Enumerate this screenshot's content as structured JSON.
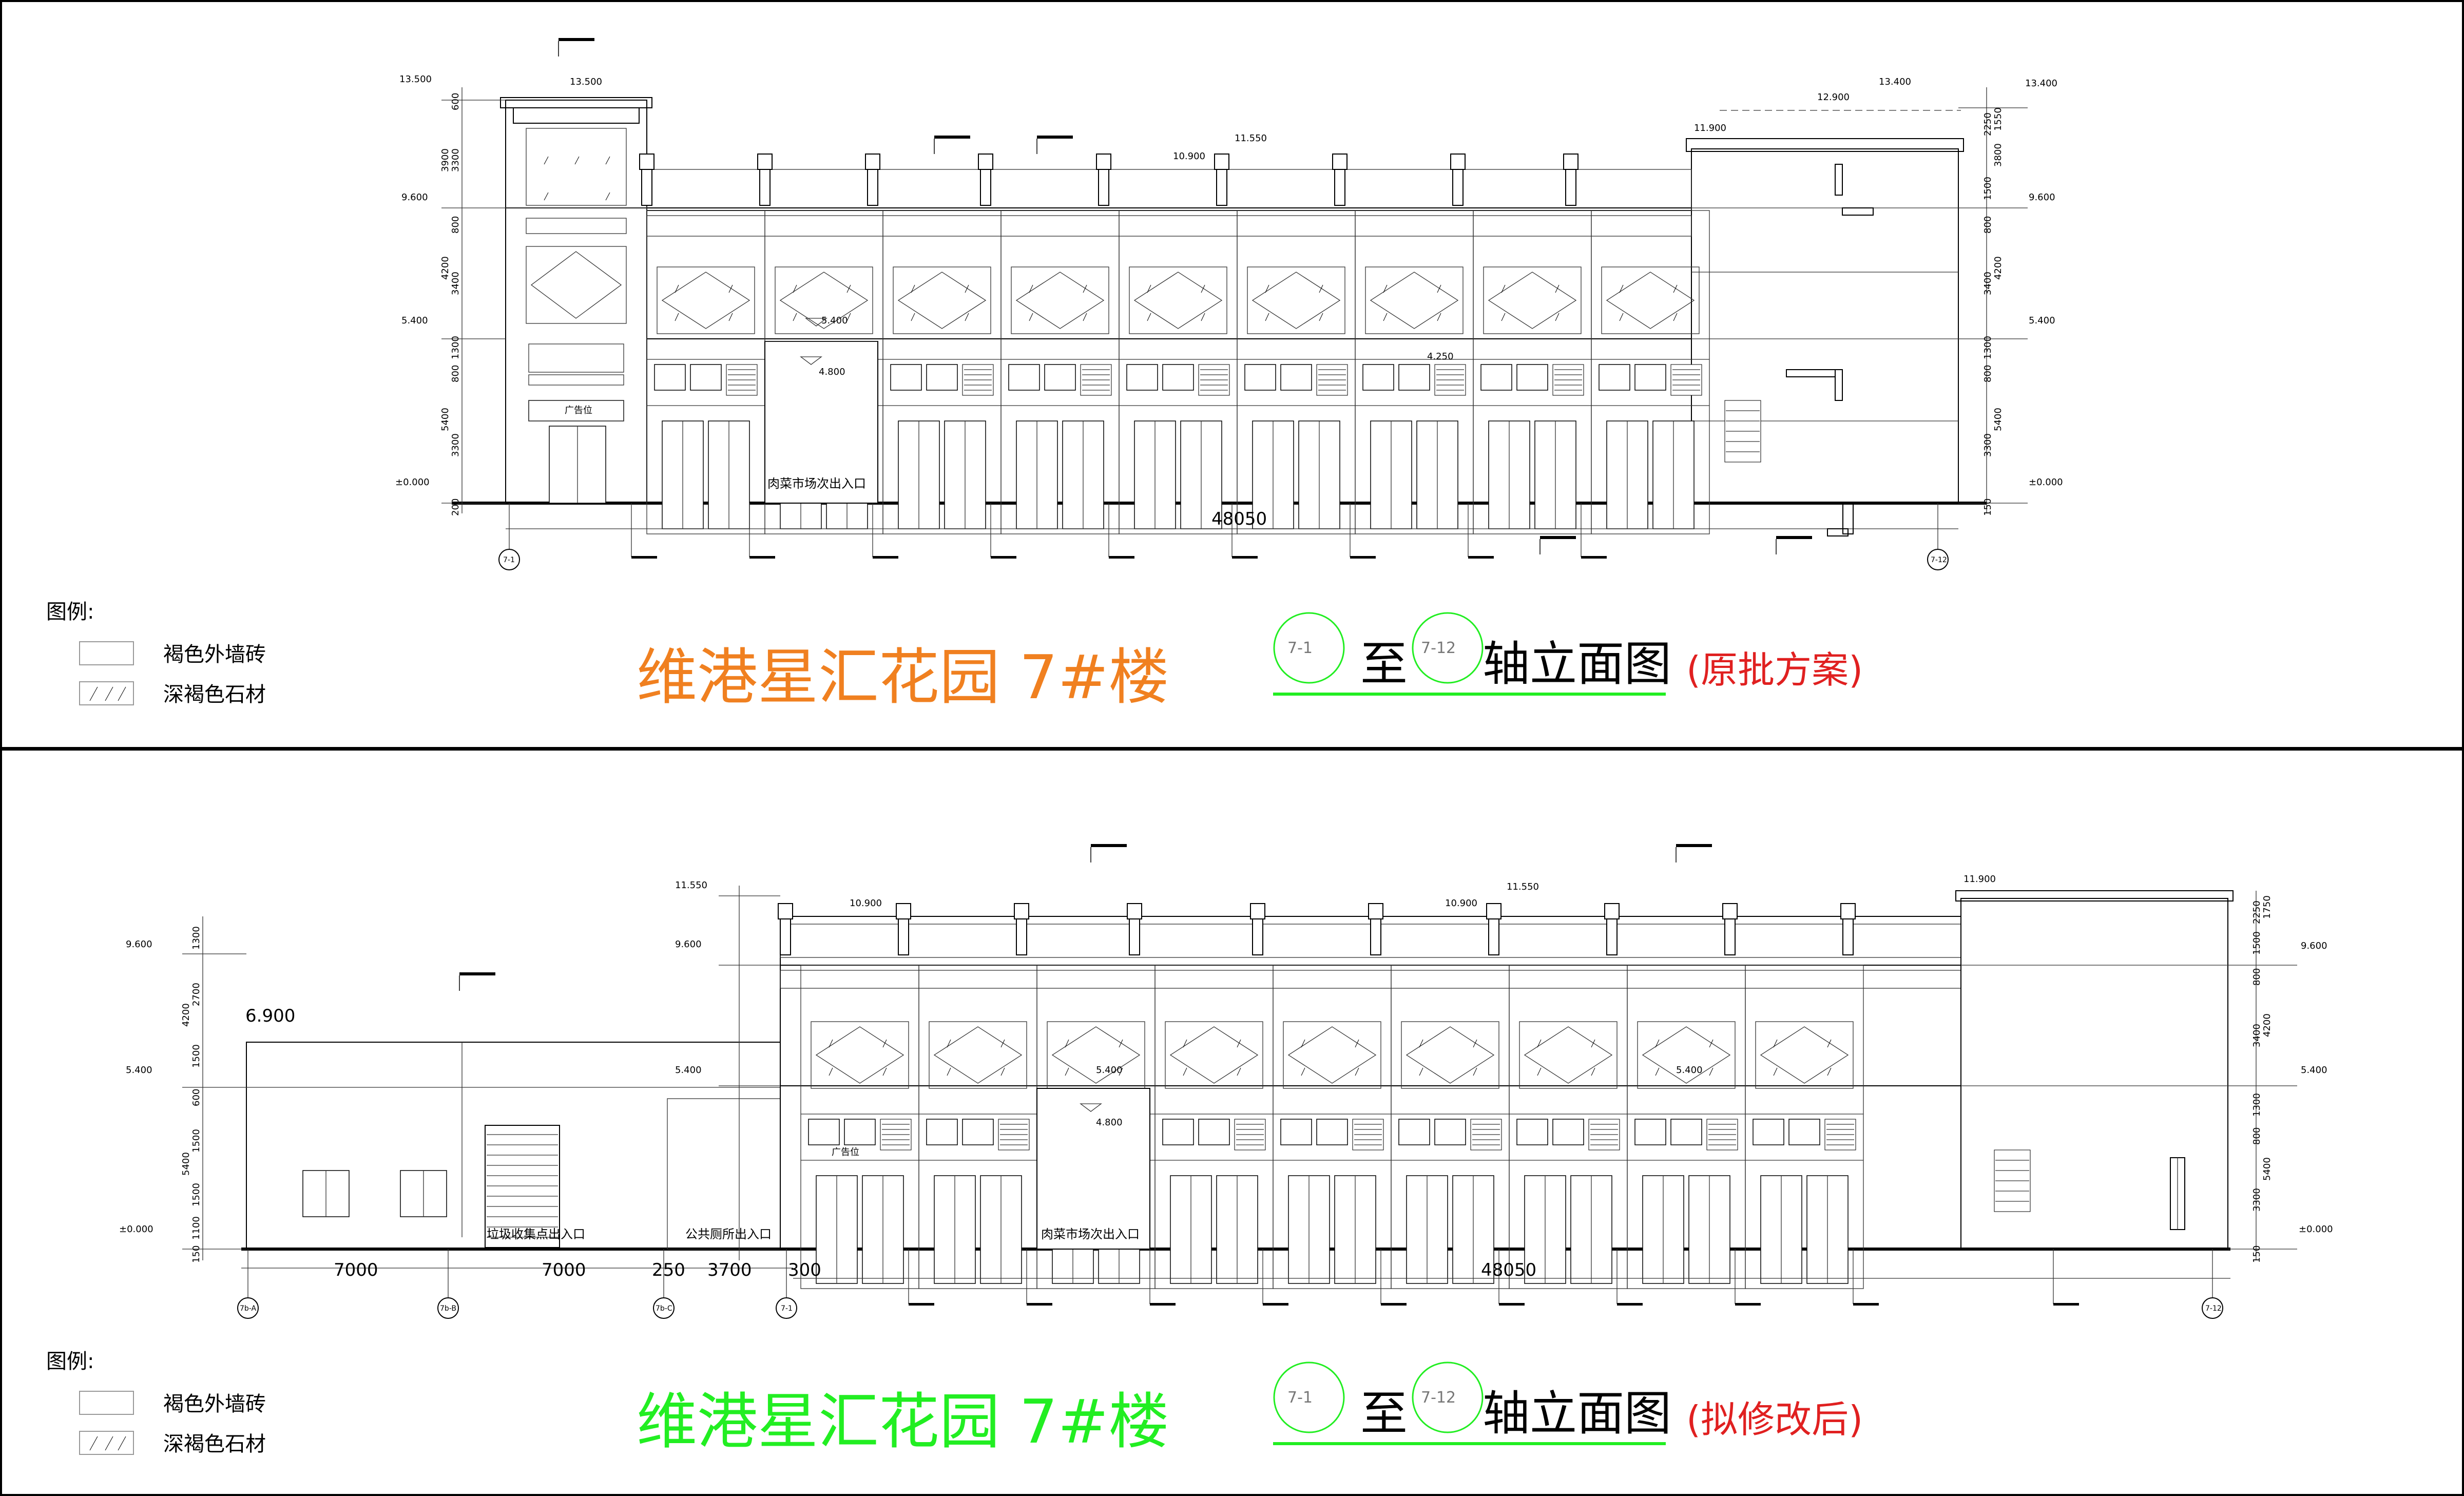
{
  "colors": {
    "title_top": "#f08020",
    "title_bottom": "#22ee22",
    "note": "#e02020",
    "underline": "#22ee22",
    "circle_stroke": "#22ee22"
  },
  "upper": {
    "legend": {
      "heading": "图例:",
      "items": [
        {
          "label": "褐色外墙砖",
          "swatch": "plain"
        },
        {
          "label": "深褐色石材",
          "swatch": "hatched"
        }
      ]
    },
    "title": {
      "main": "维港星汇花园  7#楼",
      "circle_from": "7-1",
      "to": "至",
      "circle_to": "7-12",
      "axis_elevation": "轴立面图",
      "note": "(原批方案)"
    },
    "labels": {
      "entrance": "肉菜市场次出入口",
      "ad": "广告位",
      "total_width": "48050",
      "axis_start": "7-1",
      "axis_end": "7-12"
    },
    "elevations_left": [
      "13.500",
      "9.600",
      "5.400",
      "±0.000"
    ],
    "elevations_right": [
      "13.400",
      "9.600",
      "5.400",
      "±0.000"
    ],
    "elevations_top": [
      "13.500",
      "10.900",
      "11.550",
      "12.900",
      "13.400",
      "11.900",
      "4.800",
      "5.400",
      "4.250"
    ],
    "dims_left": [
      "600",
      "3300",
      "3900",
      "800",
      "3400",
      "4200",
      "800",
      "1300",
      "3300",
      "5400",
      "200"
    ],
    "dims_right": [
      "1550",
      "2250",
      "3800",
      "1500",
      "800",
      "3400",
      "4200",
      "800",
      "1300",
      "3300",
      "5400",
      "150"
    ]
  },
  "lower": {
    "legend": {
      "heading": "图例:",
      "items": [
        {
          "label": "褐色外墙砖",
          "swatch": "plain"
        },
        {
          "label": "深褐色石材",
          "swatch": "hatched"
        }
      ]
    },
    "title": {
      "main": "维港星汇花园  7#楼",
      "circle_from": "7-1",
      "to": "至",
      "circle_to": "7-12",
      "axis_elevation": "轴立面图",
      "note": "(拟修改后)"
    },
    "labels": {
      "garbage": "垃圾收集点出入口",
      "toilet": "公共厕所出入口",
      "entrance": "肉菜市场次出入口",
      "ad": "广告位",
      "total_width": "48050",
      "level_6900": "6.900"
    },
    "bay_dims": [
      "7000",
      "7000",
      "250",
      "3700",
      "300"
    ],
    "axis_labels": [
      "7b-A",
      "7b-B",
      "7b-C",
      "7-1",
      "7-12"
    ],
    "elevations_left": [
      "11.550",
      "9.600",
      "9.600",
      "5.400",
      "5.400",
      "±0.000"
    ],
    "elevations_right": [
      "11.900",
      "9.600",
      "5.400",
      "±0.000"
    ],
    "elevations_top": [
      "10.900",
      "10.900",
      "11.550",
      "4.800",
      "5.400",
      "5.400"
    ],
    "dims_left": [
      "1300",
      "2700",
      "4200",
      "1500",
      "600",
      "1500",
      "5400",
      "1500",
      "1100",
      "150"
    ],
    "dims_right": [
      "1750",
      "2250",
      "1500",
      "800",
      "3400",
      "4200",
      "1300",
      "800",
      "3300",
      "5400",
      "150"
    ]
  }
}
